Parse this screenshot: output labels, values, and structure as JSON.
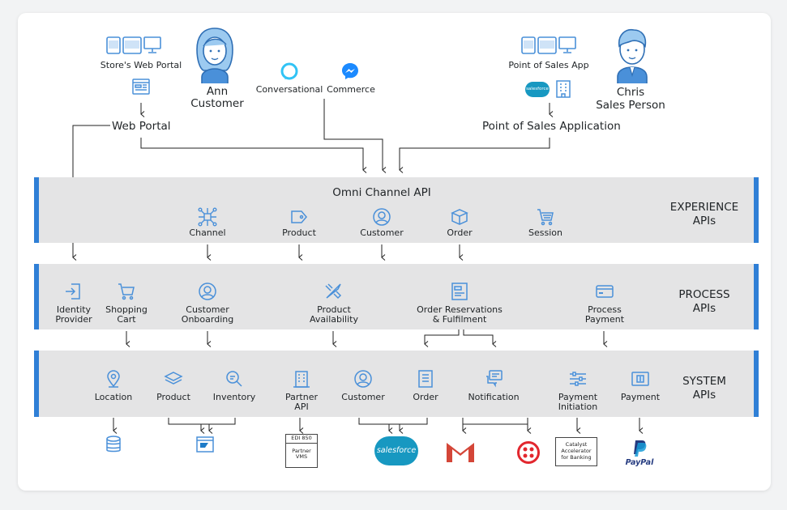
{
  "top": {
    "ann": {
      "portal_label": "Store's Web Portal",
      "name": "Ann",
      "role": "Customer",
      "arrow_target": "Web Portal"
    },
    "channels": {
      "conversational": "Conversational",
      "commerce": "Commerce"
    },
    "chris": {
      "app_label": "Point of Sales App",
      "name": "Chris",
      "role": "Sales Person",
      "arrow_target": "Point of  Sales Application",
      "sf_badge": "salesforce"
    }
  },
  "experience": {
    "title": "Omni Channel API",
    "tag_line1": "EXPERIENCE",
    "tag_line2": "APIs",
    "items": [
      "Channel",
      "Product",
      "Customer",
      "Order",
      "Session"
    ]
  },
  "process": {
    "tag_line1": "PROCESS",
    "tag_line2": "APIs",
    "items": [
      {
        "l1": "Identity",
        "l2": "Provider"
      },
      {
        "l1": "Shopping",
        "l2": "Cart"
      },
      {
        "l1": "Customer",
        "l2": "Onboarding"
      },
      {
        "l1": "Product",
        "l2": "Availability"
      },
      {
        "l1": "Order Reservations",
        "l2": "& Fulfilment"
      },
      {
        "l1": "Process",
        "l2": "Payment"
      }
    ]
  },
  "system": {
    "tag_line1": "SYSTEM",
    "tag_line2": "APIs",
    "items": [
      {
        "l1": "Location",
        "l2": ""
      },
      {
        "l1": "Product",
        "l2": ""
      },
      {
        "l1": "Inventory",
        "l2": ""
      },
      {
        "l1": "Partner",
        "l2": "API"
      },
      {
        "l1": "Customer",
        "l2": ""
      },
      {
        "l1": "Order",
        "l2": ""
      },
      {
        "l1": "Notification",
        "l2": ""
      },
      {
        "l1": "Payment",
        "l2": "Initiation"
      },
      {
        "l1": "Payment",
        "l2": ""
      }
    ]
  },
  "backends": {
    "edi_header": "EDI 850",
    "edi_line1": "Partner",
    "edi_line2": "VMS",
    "salesforce": "salesforce",
    "catalyst_l1": "Catalyst",
    "catalyst_l2": "Accelerator",
    "catalyst_l3": "for Banking",
    "paypal": "PayPal"
  },
  "colors": {
    "accent": "#2f7fd6",
    "band": "#e4e4e5",
    "icon": "#4a90d9",
    "salesforce": "#1798c1",
    "gmail": "#d44638",
    "twilio": "#e2272e",
    "paypal_dark": "#253b80",
    "paypal_light": "#179bd7"
  }
}
